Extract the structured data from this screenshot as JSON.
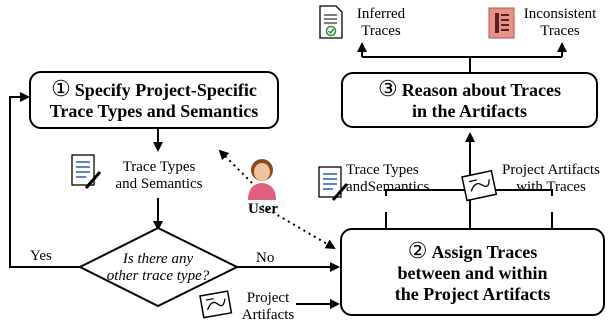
{
  "steps": {
    "s1": {
      "num": "①",
      "line1": "Specify Project-Specific",
      "line2": "Trace Types and Semantics"
    },
    "s2": {
      "num": "②",
      "line1": "Assign Traces",
      "line2": "between and within",
      "line3": "the Project Artifacts"
    },
    "s3": {
      "num": "③",
      "line1": "Reason about Traces",
      "line2": "in the Artifacts"
    }
  },
  "decision": {
    "line1": "Is there any",
    "line2": "other trace type?"
  },
  "labels": {
    "yes": "Yes",
    "no": "No",
    "user": "User",
    "trace_types_left_1": "Trace Types",
    "trace_types_left_2": "and Semantics",
    "trace_types_right_1": "Trace Types",
    "trace_types_right_2": "andSemantics",
    "project_artifacts_traces_1": "Project Artifacts",
    "project_artifacts_traces_2": "with Traces",
    "project_artifacts_1": "Project",
    "project_artifacts_2": "Artifacts",
    "inferred_1": "Inferred",
    "inferred_2": "Traces",
    "inconsistent_1": "Inconsistent",
    "inconsistent_2": "Traces"
  },
  "icons": [
    "document-pen-icon",
    "artifact-icon",
    "user-icon",
    "inferred-doc-icon",
    "inconsistent-doc-icon"
  ],
  "colors": {
    "inconsistent_fill": "#e8918a",
    "check_green": "#2e8b3a",
    "user_skin": "#f2c29c",
    "user_hair": "#8a4a1c",
    "user_shirt": "#e0607e"
  }
}
